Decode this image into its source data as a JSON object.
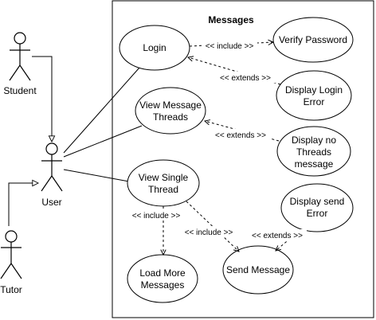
{
  "system": {
    "title": "Messages"
  },
  "actors": {
    "student": "Student",
    "user": "User",
    "tutor": "Tutor"
  },
  "use_cases": {
    "login": [
      "Login"
    ],
    "verify_password": [
      "Verify Password"
    ],
    "display_login_error": [
      "Display Login",
      "Error"
    ],
    "view_message_threads": [
      "View Message",
      "Threads"
    ],
    "display_no_threads": [
      "Display no",
      "Threads",
      "message"
    ],
    "view_single_thread": [
      "View Single",
      "Thread"
    ],
    "display_send_error": [
      "Display send",
      "Error"
    ],
    "load_more_messages": [
      "Load More",
      "Messages"
    ],
    "send_message": [
      "Send Message"
    ]
  },
  "relationships": {
    "login_include_verify": "<< include >>",
    "login_error_extends": "<< extends >>",
    "threads_extends": "<< extends >>",
    "single_include_load": "<< include >>",
    "single_include_send": "<< include >>",
    "send_error_extends": "<< extends >>"
  }
}
